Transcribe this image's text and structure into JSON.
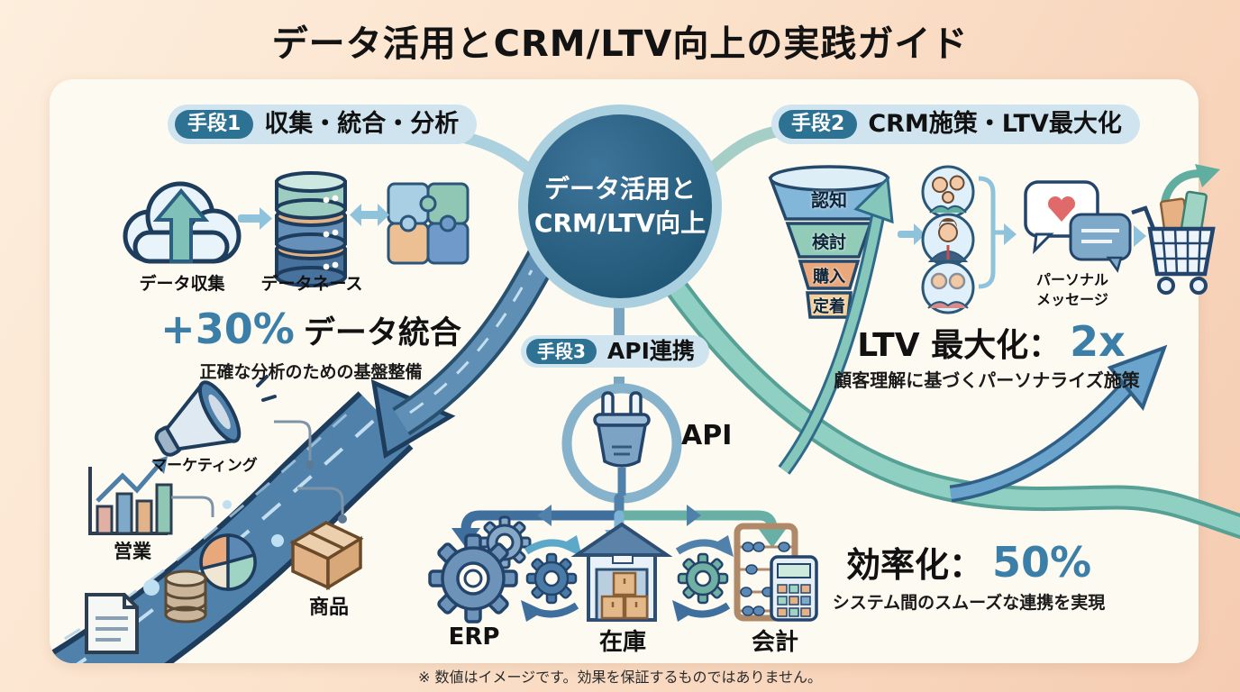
{
  "title": "データ活用とCRM/LTV向上の実践ガイド",
  "footer": "※ 数値はイメージです。効果を保証するものではありません。",
  "center": {
    "line1": "データ活用と",
    "line2": "CRM/LTV向上"
  },
  "pills": {
    "p1": {
      "badge": "手段1",
      "label": "収集・統合・分析"
    },
    "p2": {
      "badge": "手段2",
      "label": "CRM施策・LTV最大化"
    },
    "p3": {
      "badge": "手段3",
      "label": "API連携"
    }
  },
  "collect": {
    "cloud": "データ収集",
    "db": "データネース",
    "stat_value": "+30%",
    "stat_label": "データ統合",
    "stat_sub": "正確な分析のための基盤整備",
    "marketing": "マーケティング",
    "sales": "営業",
    "product": "商品"
  },
  "api": {
    "name": "API",
    "erp": "ERP",
    "inventory": "在庫",
    "accounting": "会計",
    "eff_prefix": "効率化：",
    "eff_value": "50%",
    "eff_sub": "システム間のスムーズな連携を実現"
  },
  "crm": {
    "funnel": [
      "認知",
      "検討",
      "購入",
      "定着"
    ],
    "personal1": "パーソナル",
    "personal2": "メッセージ",
    "ltv_prefix": "LTV 最大化：",
    "ltv_value": "2x",
    "ltv_sub": "顧客理解に基づくパーソナライズ施策"
  },
  "colors": {
    "accent_blue": "#3b7fa8",
    "badge_blue": "#2e7293",
    "pill_bg": "#cfe4ee",
    "river_blue": "#4f81ab",
    "ribbon_teal": "#8fd0c2",
    "card_bg": "#fdfaf2",
    "page_bg_peach": "#f8d9c0"
  }
}
